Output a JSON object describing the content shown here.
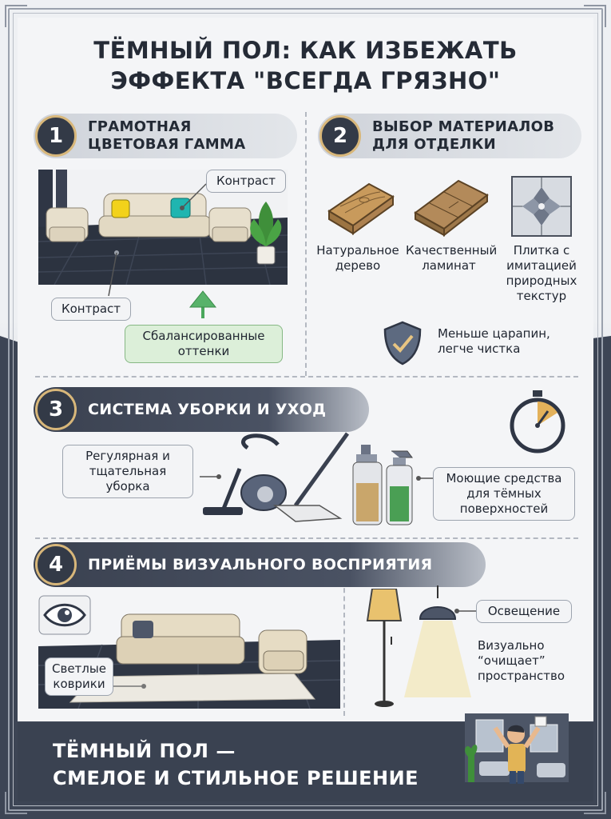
{
  "title": {
    "line1": "ТЁМНЫЙ ПОЛ: КАК ИЗБЕЖАТЬ",
    "line2": "ЭФФЕКТА \"ВСЕГДА ГРЯЗНО\""
  },
  "sections": [
    {
      "number": "1",
      "label_line1": "ГРАМОТНАЯ",
      "label_line2": "ЦВЕТОВАЯ ГАММА"
    },
    {
      "number": "2",
      "label_line1": "ВЫБОР МАТЕРИАЛОВ",
      "label_line2": "ДЛЯ ОТДЕЛКИ"
    },
    {
      "number": "3",
      "label": "СИСТЕМА УБОРКИ И УХОД"
    },
    {
      "number": "4",
      "label": "ПРИЁМЫ ВИЗУАЛЬНОГО ВОСПРИЯТИЯ"
    }
  ],
  "section1": {
    "contrast_top": "Контраст",
    "contrast_bottom": "Контраст",
    "balanced_line1": "Сбалансированные",
    "balanced_line2": "оттенки"
  },
  "section2": {
    "materials": [
      {
        "line1": "Натуральное",
        "line2": "дерево"
      },
      {
        "line1": "Качественный",
        "line2": "ламинат"
      },
      {
        "line1": "Плитка с",
        "line2": "имитацией",
        "line3": "природных",
        "line4": "текстур"
      }
    ],
    "benefit_line1": "Меньше царапин,",
    "benefit_line2": "легче чистка"
  },
  "section3": {
    "regular_line1": "Регулярная и",
    "regular_line2": "тщательная",
    "regular_line3": "уборка",
    "cleaners_line1": "Моющие средства",
    "cleaners_line2": "для тёмных",
    "cleaners_line3": "поверхностей"
  },
  "section4": {
    "rugs_line1": "Светлые",
    "rugs_line2": "коврики",
    "lighting": "Освещение",
    "visual_line1": "Визуально",
    "visual_line2": "“очищает”",
    "visual_line3": "пространство"
  },
  "footer": {
    "line1": "ТЁМНЫЙ ПОЛ —",
    "line2": "СМЕЛОЕ И СТИЛЬНОЕ РЕШЕНИЕ"
  },
  "colors": {
    "dark": "#3a4251",
    "badge_border": "#d8b77a",
    "green_callout": "#dcefd9",
    "pillow_yellow": "#f2d21b",
    "pillow_teal": "#1fb5b0"
  }
}
